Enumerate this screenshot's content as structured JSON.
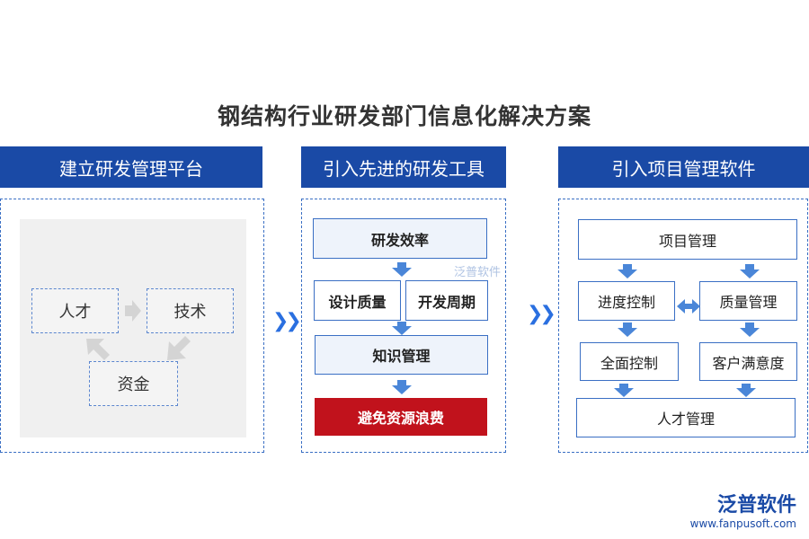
{
  "title": "钢结构行业研发部门信息化解决方案",
  "col1": {
    "header": "建立研发管理平台",
    "items": [
      "人才",
      "技术",
      "资金"
    ]
  },
  "col2": {
    "header": "引入先进的研发工具",
    "items": [
      "研发效率",
      "设计质量",
      "开发周期",
      "知识管理",
      "避免资源浪费"
    ]
  },
  "col3": {
    "header": "引入项目管理软件",
    "items": [
      "项目管理",
      "进度控制",
      "质量管理",
      "全面控制",
      "客户满意度",
      "人才管理"
    ]
  },
  "watermark": "泛普软件",
  "brand": {
    "name": "泛普软件",
    "url": "www.fanpusoft.com"
  },
  "colors": {
    "header": "#1a4aa6",
    "accent": "#2a6fe0",
    "highlight": "#c1121c"
  }
}
